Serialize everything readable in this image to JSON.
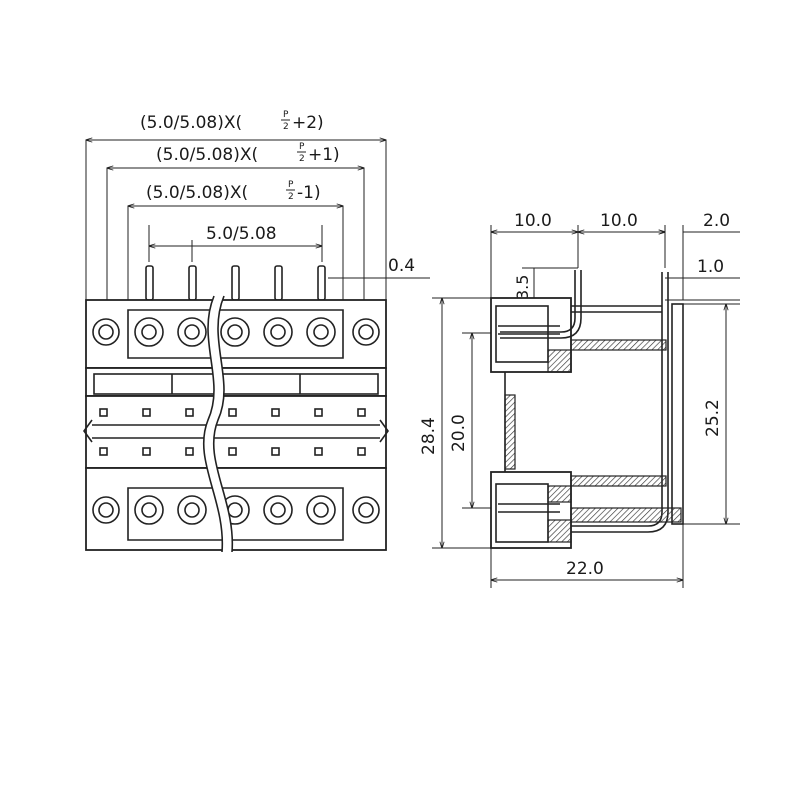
{
  "front_view": {
    "dims": {
      "overall": {
        "text_main": "(5.0/5.08)X(",
        "frac_num": "P",
        "frac_den": "2",
        "text_tail": "+2)"
      },
      "mid": {
        "text_main": "(5.0/5.08)X(",
        "frac_num": "P",
        "frac_den": "2",
        "text_tail": "+1)"
      },
      "inner": {
        "text_main": "(5.0/5.08)X(",
        "frac_num": "P",
        "frac_den": "2",
        "text_tail": "-1)"
      },
      "pitch": "5.0/5.08",
      "pin_width": "0.4"
    }
  },
  "side_view": {
    "dims": {
      "top_left": "10.0",
      "top_mid": "10.0",
      "top_right": "2.0",
      "pin_offset": "1.0",
      "pin_height": "3.5",
      "overall_height": "28.4",
      "inner_height": "20.0",
      "right_height": "25.2",
      "overall_depth": "22.0"
    }
  }
}
